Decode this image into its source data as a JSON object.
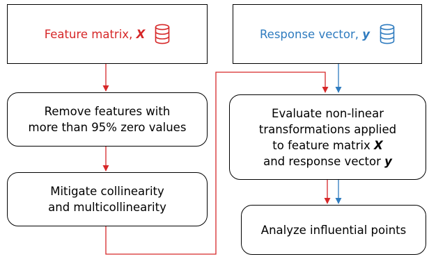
{
  "colors": {
    "feature": "#d62728",
    "response": "#2e7bbf",
    "stroke": "#000000"
  },
  "feature_box": {
    "label": "Feature matrix, ",
    "var": "X",
    "icon": "database-icon"
  },
  "response_box": {
    "label": "Response vector, ",
    "var": "y",
    "icon": "database-icon"
  },
  "steps": {
    "remove": {
      "line1": "Remove features with",
      "line2": "more than 95% zero values"
    },
    "collinearity": {
      "line1": "Mitigate collinearity",
      "line2": "and multicollinearity"
    },
    "evaluate": {
      "line1": "Evaluate non-linear",
      "line2": "transformations applied",
      "line3a": "to feature matrix ",
      "line3b": "X",
      "line4a": "and response vector ",
      "line4b": "y"
    },
    "influential": {
      "line1": "Analyze influential points"
    }
  }
}
